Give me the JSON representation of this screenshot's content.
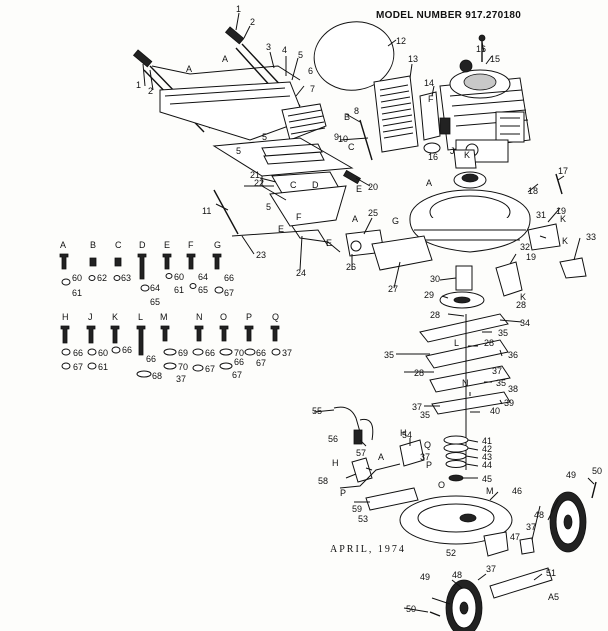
{
  "header": {
    "model": "MODEL NUMBER 917.270180"
  },
  "footer": {
    "date": "APRIL, 1974",
    "page_code": "A5"
  },
  "parts_legend": {
    "row1": [
      {
        "letter": "A",
        "qty": [
          "60",
          "61"
        ]
      },
      {
        "letter": "B",
        "qty": [
          "62"
        ]
      },
      {
        "letter": "C",
        "qty": [
          "63"
        ]
      },
      {
        "letter": "D",
        "qty": [
          "64",
          "65"
        ]
      },
      {
        "letter": "E",
        "qty": [
          "60",
          "61"
        ]
      },
      {
        "letter": "F",
        "qty": [
          "64",
          "65"
        ]
      },
      {
        "letter": "G",
        "qty": [
          "66",
          "67"
        ]
      }
    ],
    "row2": [
      {
        "letter": "H",
        "qty": [
          "66",
          "67"
        ]
      },
      {
        "letter": "J",
        "qty": [
          "60",
          "61"
        ]
      },
      {
        "letter": "K",
        "qty": [
          "66"
        ]
      },
      {
        "letter": "L",
        "qty": [
          "66",
          "68"
        ]
      },
      {
        "letter": "M",
        "qty": [
          "69",
          "70",
          "37"
        ]
      },
      {
        "letter": "N",
        "qty": [
          "66",
          "67"
        ]
      },
      {
        "letter": "O",
        "qty": [
          "70",
          "66",
          "67"
        ]
      },
      {
        "letter": "P",
        "qty": [
          "66",
          "67"
        ]
      },
      {
        "letter": "Q",
        "qty": [
          "37"
        ]
      }
    ]
  },
  "callouts": [
    {
      "id": "c1a",
      "text": "1"
    },
    {
      "id": "c1b",
      "text": "1"
    },
    {
      "id": "c2a",
      "text": "2"
    },
    {
      "id": "c2b",
      "text": "2"
    },
    {
      "id": "c3",
      "text": "3"
    },
    {
      "id": "c4",
      "text": "4"
    },
    {
      "id": "c5a",
      "text": "5"
    },
    {
      "id": "c5b",
      "text": "5"
    },
    {
      "id": "c5c",
      "text": "5"
    },
    {
      "id": "c5d",
      "text": "5"
    },
    {
      "id": "c6",
      "text": "6"
    },
    {
      "id": "c7",
      "text": "7"
    },
    {
      "id": "c8",
      "text": "8"
    },
    {
      "id": "c9",
      "text": "9"
    },
    {
      "id": "c10",
      "text": "10"
    },
    {
      "id": "c11",
      "text": "11"
    },
    {
      "id": "c12",
      "text": "12"
    },
    {
      "id": "c13",
      "text": "13"
    },
    {
      "id": "c14",
      "text": "14"
    },
    {
      "id": "c15",
      "text": "15"
    },
    {
      "id": "c16a",
      "text": "16"
    },
    {
      "id": "c16b",
      "text": "16"
    },
    {
      "id": "c17",
      "text": "17"
    },
    {
      "id": "c18",
      "text": "18"
    },
    {
      "id": "c19a",
      "text": "19"
    },
    {
      "id": "c19b",
      "text": "19"
    },
    {
      "id": "c20",
      "text": "20"
    },
    {
      "id": "c21",
      "text": "21"
    },
    {
      "id": "c22",
      "text": "22"
    },
    {
      "id": "c23",
      "text": "23"
    },
    {
      "id": "c24",
      "text": "24"
    },
    {
      "id": "c25",
      "text": "25"
    },
    {
      "id": "c26",
      "text": "26"
    },
    {
      "id": "c27",
      "text": "27"
    },
    {
      "id": "c28a",
      "text": "28"
    },
    {
      "id": "c28b",
      "text": "28"
    },
    {
      "id": "c28c",
      "text": "28"
    },
    {
      "id": "c28d",
      "text": "28"
    },
    {
      "id": "c29",
      "text": "29"
    },
    {
      "id": "c30",
      "text": "30"
    },
    {
      "id": "c31",
      "text": "31"
    },
    {
      "id": "c32",
      "text": "32"
    },
    {
      "id": "c33",
      "text": "33"
    },
    {
      "id": "c34",
      "text": "34"
    },
    {
      "id": "c35a",
      "text": "35"
    },
    {
      "id": "c35b",
      "text": "35"
    },
    {
      "id": "c35c",
      "text": "35"
    },
    {
      "id": "c35d",
      "text": "35"
    },
    {
      "id": "c36",
      "text": "36"
    },
    {
      "id": "c37a",
      "text": "37"
    },
    {
      "id": "c37b",
      "text": "37"
    },
    {
      "id": "c37c",
      "text": "37"
    },
    {
      "id": "c37d",
      "text": "37"
    },
    {
      "id": "c37e",
      "text": "37"
    },
    {
      "id": "c38",
      "text": "38"
    },
    {
      "id": "c39",
      "text": "39"
    },
    {
      "id": "c40",
      "text": "40"
    },
    {
      "id": "c41",
      "text": "41"
    },
    {
      "id": "c42",
      "text": "42"
    },
    {
      "id": "c43",
      "text": "43"
    },
    {
      "id": "c44",
      "text": "44"
    },
    {
      "id": "c45",
      "text": "45"
    },
    {
      "id": "c46",
      "text": "46"
    },
    {
      "id": "c47",
      "text": "47"
    },
    {
      "id": "c48a",
      "text": "48"
    },
    {
      "id": "c48b",
      "text": "48"
    },
    {
      "id": "c49a",
      "text": "49"
    },
    {
      "id": "c49b",
      "text": "49"
    },
    {
      "id": "c50a",
      "text": "50"
    },
    {
      "id": "c50b",
      "text": "50"
    },
    {
      "id": "c51",
      "text": "51"
    },
    {
      "id": "c52",
      "text": "52"
    },
    {
      "id": "c53",
      "text": "53"
    },
    {
      "id": "c54",
      "text": "54"
    },
    {
      "id": "c55",
      "text": "55"
    },
    {
      "id": "c56",
      "text": "56"
    },
    {
      "id": "c57",
      "text": "57"
    },
    {
      "id": "c58",
      "text": "58"
    },
    {
      "id": "c59",
      "text": "59"
    }
  ],
  "letters": [
    {
      "id": "lA1",
      "text": "A"
    },
    {
      "id": "lA2",
      "text": "A"
    },
    {
      "id": "lA3",
      "text": "A"
    },
    {
      "id": "lA4",
      "text": "A"
    },
    {
      "id": "lA5",
      "text": "A"
    },
    {
      "id": "lB1",
      "text": "B"
    },
    {
      "id": "lC1",
      "text": "C"
    },
    {
      "id": "lC2",
      "text": "C"
    },
    {
      "id": "lD1",
      "text": "D"
    },
    {
      "id": "lE1",
      "text": "E"
    },
    {
      "id": "lE2",
      "text": "E"
    },
    {
      "id": "lE3",
      "text": "E"
    },
    {
      "id": "lF1",
      "text": "F"
    },
    {
      "id": "lF2",
      "text": "F"
    },
    {
      "id": "lG1",
      "text": "G"
    },
    {
      "id": "lH1",
      "text": "H"
    },
    {
      "id": "lH2",
      "text": "H"
    },
    {
      "id": "lJ1",
      "text": "J"
    },
    {
      "id": "lK1",
      "text": "K"
    },
    {
      "id": "lK2",
      "text": "K"
    },
    {
      "id": "lK3",
      "text": "K"
    },
    {
      "id": "lK4",
      "text": "K"
    },
    {
      "id": "lL1",
      "text": "L"
    },
    {
      "id": "lM1",
      "text": "M"
    },
    {
      "id": "lN1",
      "text": "N"
    },
    {
      "id": "lO1",
      "text": "O"
    },
    {
      "id": "lP1",
      "text": "P"
    },
    {
      "id": "lP2",
      "text": "P"
    },
    {
      "id": "lQ1",
      "text": "Q"
    }
  ]
}
